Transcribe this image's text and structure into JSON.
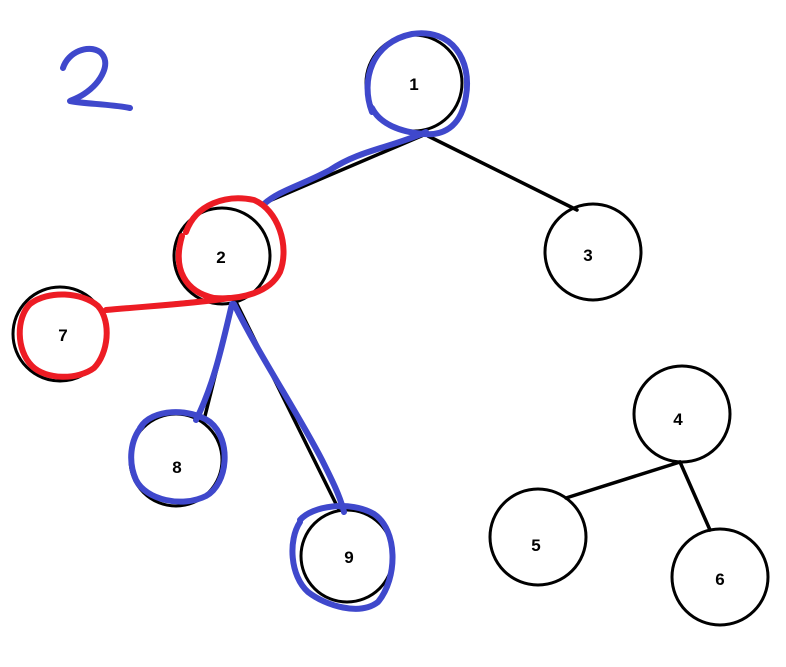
{
  "annotation": {
    "text": "2"
  },
  "colors": {
    "ink": "#000000",
    "blue": "#3f48cc",
    "red": "#ed1c24",
    "background": "#ffffff"
  },
  "nodes": [
    {
      "id": "1",
      "label": "1",
      "highlight": "blue"
    },
    {
      "id": "2",
      "label": "2",
      "highlight": "red"
    },
    {
      "id": "3",
      "label": "3",
      "highlight": "none"
    },
    {
      "id": "4",
      "label": "4",
      "highlight": "none"
    },
    {
      "id": "5",
      "label": "5",
      "highlight": "none"
    },
    {
      "id": "6",
      "label": "6",
      "highlight": "none"
    },
    {
      "id": "7",
      "label": "7",
      "highlight": "red"
    },
    {
      "id": "8",
      "label": "8",
      "highlight": "blue"
    },
    {
      "id": "9",
      "label": "9",
      "highlight": "blue"
    }
  ],
  "edges": [
    {
      "from": "1",
      "to": "2",
      "highlight": "blue"
    },
    {
      "from": "1",
      "to": "3",
      "highlight": "none"
    },
    {
      "from": "2",
      "to": "7",
      "highlight": "red"
    },
    {
      "from": "2",
      "to": "8",
      "highlight": "blue"
    },
    {
      "from": "2",
      "to": "9",
      "highlight": "blue"
    },
    {
      "from": "4",
      "to": "5",
      "highlight": "none"
    },
    {
      "from": "4",
      "to": "6",
      "highlight": "none"
    }
  ]
}
